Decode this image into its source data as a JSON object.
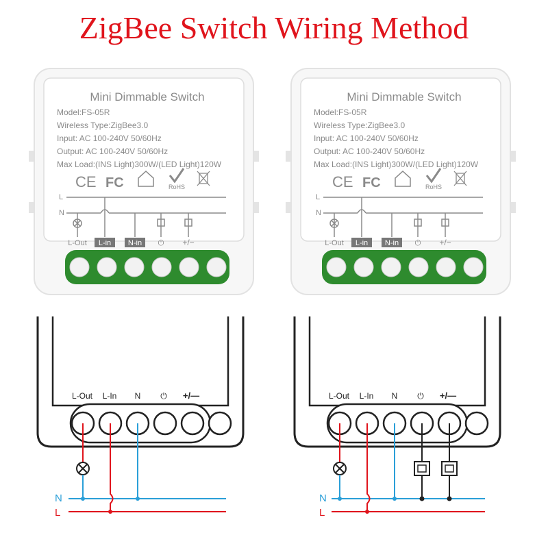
{
  "title": "ZigBee Switch Wiring Method",
  "device": {
    "name": "Mini Dimmable Switch",
    "model": "Model:FS-05R",
    "wireless": "Wireless Type:ZigBee3.0",
    "input": "Input: AC 100-240V 50/60Hz",
    "output": "Output: AC 100-240V 50/60Hz",
    "max_load": "Max Load:(INS Light)300W/(LED Light)120W",
    "cert_ce": "CE",
    "cert_fc": "FC",
    "cert_rohs": "RoHS",
    "line_l": "L",
    "line_n": "N",
    "terminals": [
      "L-Out",
      "L-in",
      "N-in",
      "⏻",
      "+/−"
    ]
  },
  "diagram": {
    "terminals": [
      "L-Out",
      "L-In",
      "N",
      "⏻",
      "+/—"
    ],
    "wire_n": "N",
    "wire_l": "L"
  },
  "colors": {
    "title": "#e0141c",
    "live": "#e0141c",
    "neutral": "#2a9fd8",
    "terminal_green": "#2e8b2e"
  }
}
